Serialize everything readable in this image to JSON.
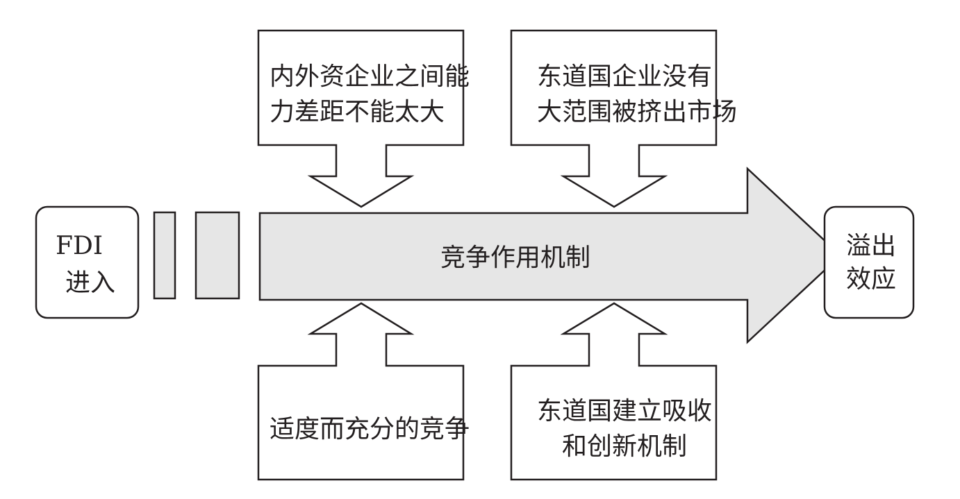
{
  "diagram": {
    "source_box": {
      "line1": "FDI",
      "line2": "进入"
    },
    "main_arrow": {
      "label": "竞争作用机制"
    },
    "target_box": {
      "line1": "溢出",
      "line2": "效应"
    },
    "top_conditions": [
      {
        "line1": "内外资企业之间能",
        "line2": "力差距不能太大"
      },
      {
        "line1": "东道国企业没有",
        "line2": "大范围被挤出市场"
      }
    ],
    "bottom_conditions": [
      {
        "line1": "适度而充分的竞争",
        "line2": ""
      },
      {
        "line1": "东道国建立吸收",
        "line2": "和创新机制"
      }
    ],
    "colors": {
      "stroke": "#231f20",
      "arrow_fill": "#e6e6e6",
      "box_fill": "#ffffff"
    }
  }
}
